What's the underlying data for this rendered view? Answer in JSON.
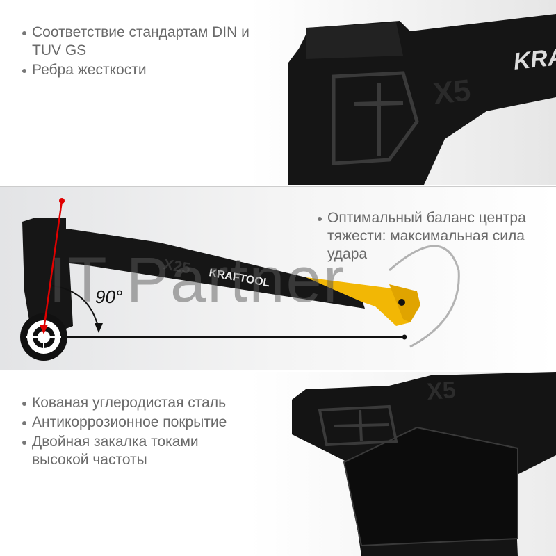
{
  "top_features": [
    "Соответствие стандартам DIN и TUV GS",
    "Ребра жесткости"
  ],
  "middle_features": [
    "Оптимальный баланс центра тяжести: максимальная сила удара"
  ],
  "bottom_features": [
    "Кованая углеродистая сталь",
    "Антикоррозионное покрытие",
    "Двойная закалка токами высокой частоты"
  ],
  "angle_label": "90°",
  "brand": "KRAFTOOL",
  "model_label": "X25",
  "head_label": "X5",
  "watermark": "IT Partner",
  "colors": {
    "handle": "#f2b705",
    "axe": "#111111",
    "marker": "#e00000"
  }
}
